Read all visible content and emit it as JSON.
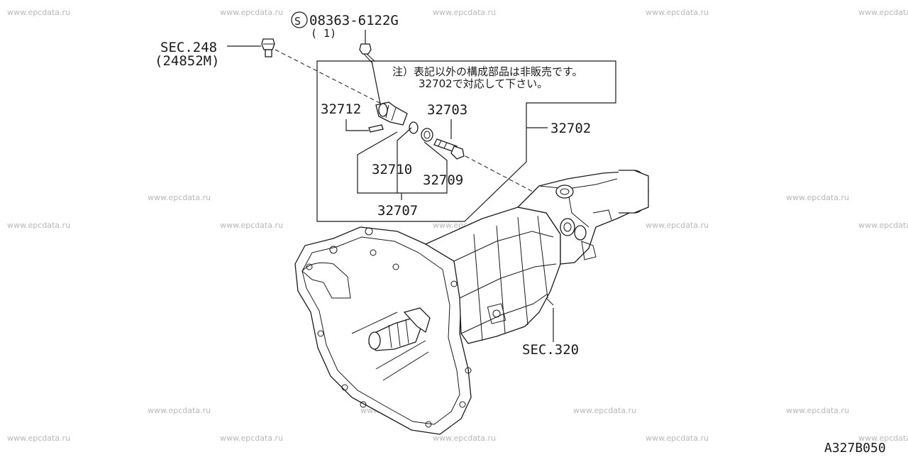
{
  "watermark": "www.epcdata.ru",
  "labels": {
    "bolt_code": "08363-6122G",
    "bolt_qty": "( 1)",
    "bolt_symbol": "S",
    "sec_248": "SEC.248",
    "sec_248_code": "(24852M)",
    "p32712": "32712",
    "p32703": "32703",
    "p32702": "32702",
    "p32710": "32710",
    "p32709": "32709",
    "p32707": "32707",
    "sec_320": "SEC.320",
    "figure_id": "A327B050"
  },
  "note": {
    "line1": "注）表記以外の構成部品は非販売です。",
    "line2": "32702で対応して下さい。"
  }
}
